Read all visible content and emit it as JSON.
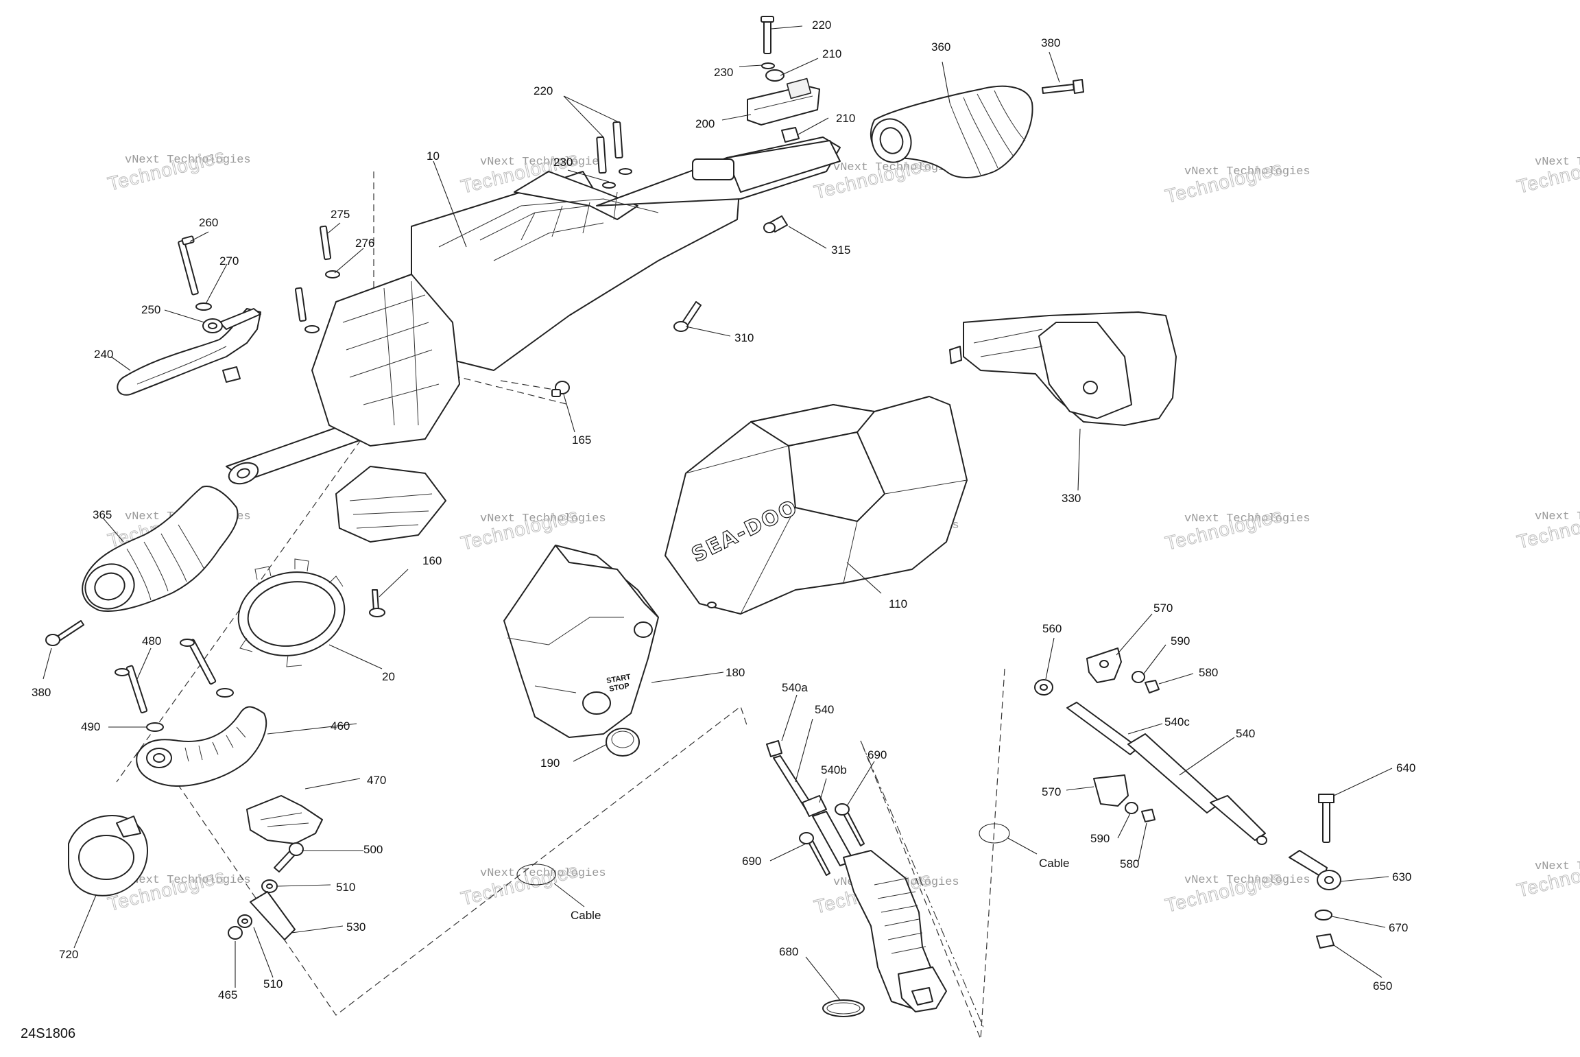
{
  "diagram_ref": "24S1806",
  "watermark": {
    "line1": "vNext Technologies",
    "line2": "Technologies"
  },
  "parts": [
    {
      "id": "p10",
      "label": "10"
    },
    {
      "id": "p20",
      "label": "20"
    },
    {
      "id": "p110",
      "label": "110"
    },
    {
      "id": "p160",
      "label": "160"
    },
    {
      "id": "p165",
      "label": "165"
    },
    {
      "id": "p180",
      "label": "180"
    },
    {
      "id": "p190",
      "label": "190"
    },
    {
      "id": "p200",
      "label": "200"
    },
    {
      "id": "p210a",
      "label": "210"
    },
    {
      "id": "p210b",
      "label": "210"
    },
    {
      "id": "p220a",
      "label": "220"
    },
    {
      "id": "p220b",
      "label": "220"
    },
    {
      "id": "p230a",
      "label": "230"
    },
    {
      "id": "p230b",
      "label": "230"
    },
    {
      "id": "p240",
      "label": "240"
    },
    {
      "id": "p250",
      "label": "250"
    },
    {
      "id": "p260",
      "label": "260"
    },
    {
      "id": "p270",
      "label": "270"
    },
    {
      "id": "p275",
      "label": "275"
    },
    {
      "id": "p276",
      "label": "276"
    },
    {
      "id": "p310",
      "label": "310"
    },
    {
      "id": "p315",
      "label": "315"
    },
    {
      "id": "p330",
      "label": "330"
    },
    {
      "id": "p360",
      "label": "360"
    },
    {
      "id": "p365",
      "label": "365"
    },
    {
      "id": "p380a",
      "label": "380"
    },
    {
      "id": "p380b",
      "label": "380"
    },
    {
      "id": "p460",
      "label": "460"
    },
    {
      "id": "p465",
      "label": "465"
    },
    {
      "id": "p470",
      "label": "470"
    },
    {
      "id": "p480",
      "label": "480"
    },
    {
      "id": "p490",
      "label": "490"
    },
    {
      "id": "p500",
      "label": "500"
    },
    {
      "id": "p510a",
      "label": "510"
    },
    {
      "id": "p510b",
      "label": "510"
    },
    {
      "id": "p530",
      "label": "530"
    },
    {
      "id": "p540a",
      "label": "540a"
    },
    {
      "id": "p540",
      "label": "540"
    },
    {
      "id": "p540b",
      "label": "540b"
    },
    {
      "id": "p540c",
      "label": "540c"
    },
    {
      "id": "p540d",
      "label": "540"
    },
    {
      "id": "p560",
      "label": "560"
    },
    {
      "id": "p570a",
      "label": "570"
    },
    {
      "id": "p570b",
      "label": "570"
    },
    {
      "id": "p580a",
      "label": "580"
    },
    {
      "id": "p580b",
      "label": "580"
    },
    {
      "id": "p590a",
      "label": "590"
    },
    {
      "id": "p590b",
      "label": "590"
    },
    {
      "id": "p630",
      "label": "630"
    },
    {
      "id": "p640",
      "label": "640"
    },
    {
      "id": "p650",
      "label": "650"
    },
    {
      "id": "p670",
      "label": "670"
    },
    {
      "id": "p680",
      "label": "680"
    },
    {
      "id": "p690a",
      "label": "690"
    },
    {
      "id": "p690b",
      "label": "690"
    },
    {
      "id": "p720",
      "label": "720"
    },
    {
      "id": "cableA",
      "label": "Cable"
    },
    {
      "id": "cableB",
      "label": "Cable"
    }
  ],
  "markings": {
    "brand": "SEA-DOO",
    "start_stop_1": "START",
    "start_stop_2": "STOP"
  }
}
